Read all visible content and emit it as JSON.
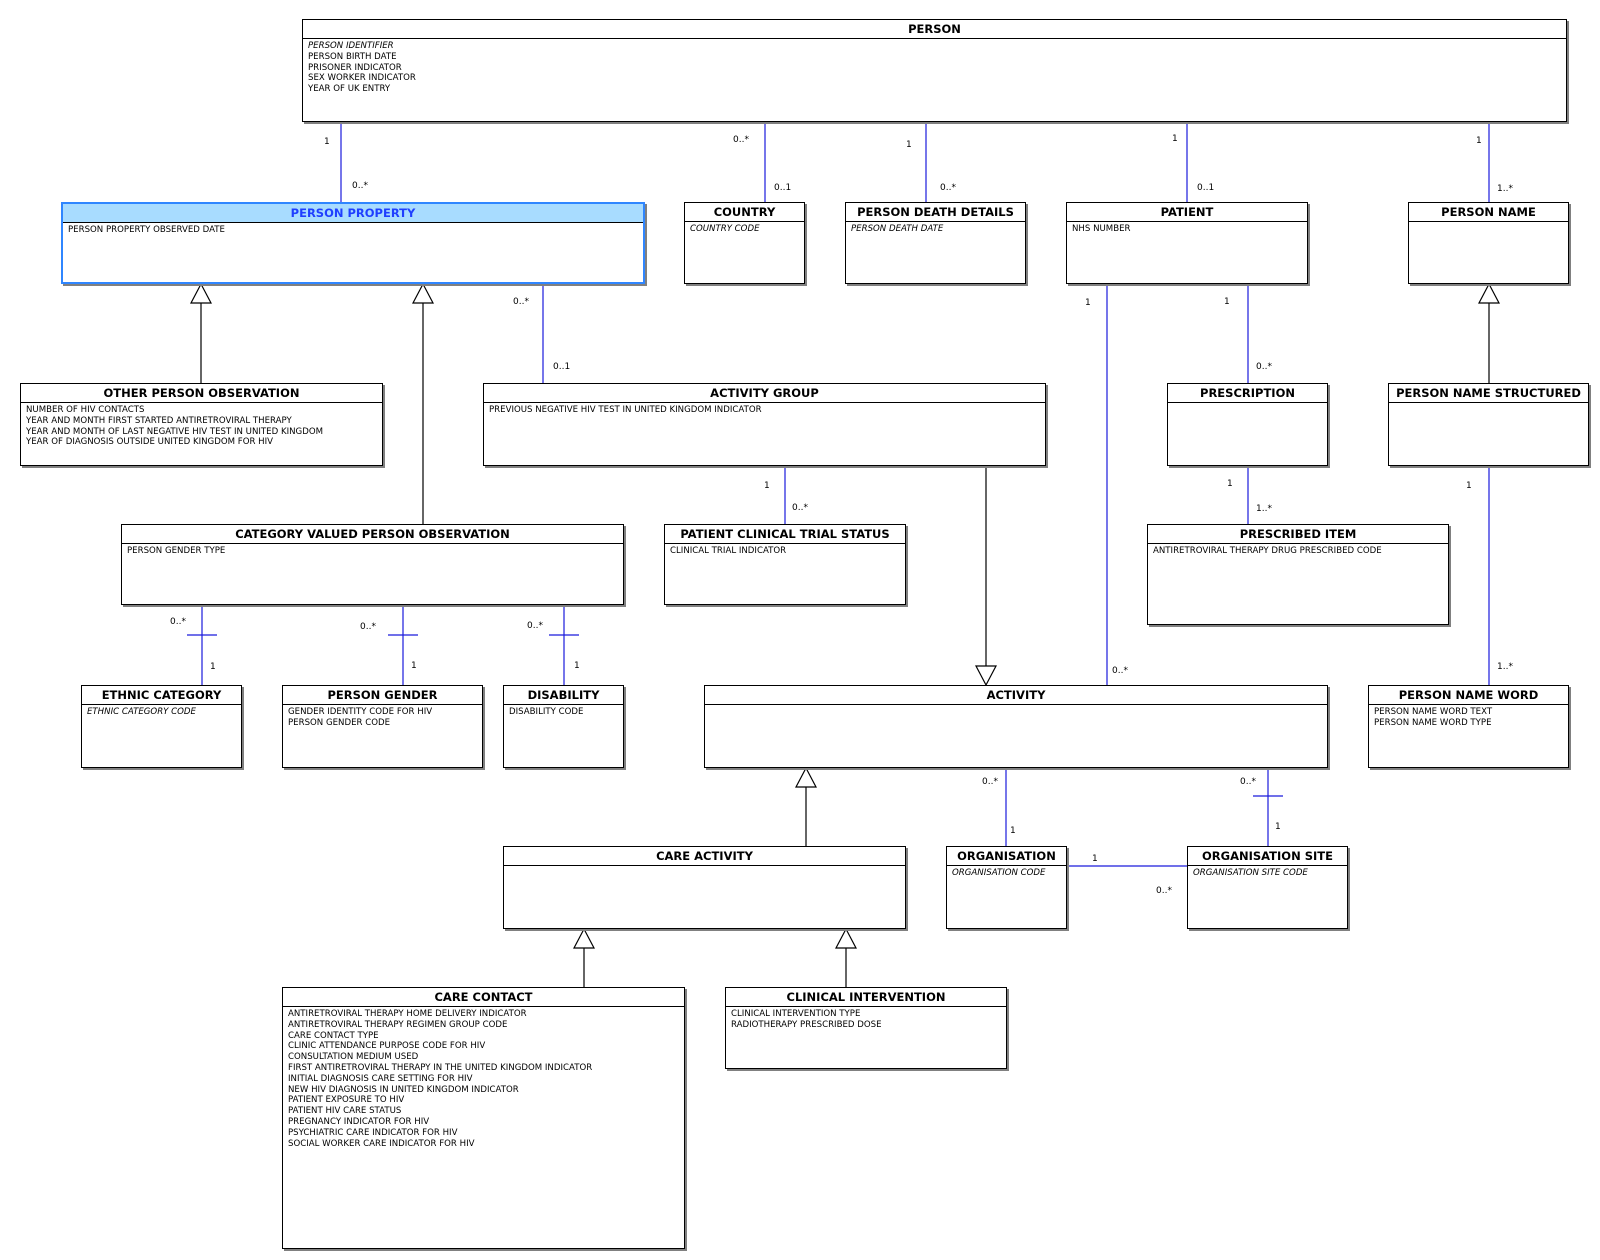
{
  "entities": {
    "person": {
      "title": "PERSON",
      "attributes": [
        {
          "text": "PERSON IDENTIFIER",
          "key": true
        },
        {
          "text": "PERSON BIRTH DATE"
        },
        {
          "text": "PRISONER INDICATOR"
        },
        {
          "text": "SEX WORKER INDICATOR"
        },
        {
          "text": "YEAR OF UK ENTRY"
        }
      ]
    },
    "person_property": {
      "title": "PERSON PROPERTY",
      "selected": true,
      "attributes": [
        {
          "text": "PERSON PROPERTY OBSERVED DATE"
        }
      ]
    },
    "country": {
      "title": "COUNTRY",
      "attributes": [
        {
          "text": "COUNTRY CODE",
          "key": true
        }
      ]
    },
    "person_death_details": {
      "title": "PERSON DEATH DETAILS",
      "attributes": [
        {
          "text": "PERSON DEATH DATE",
          "key": true
        }
      ]
    },
    "patient": {
      "title": "PATIENT",
      "attributes": [
        {
          "text": "NHS NUMBER"
        }
      ]
    },
    "person_name": {
      "title": "PERSON NAME",
      "attributes": []
    },
    "other_person_observation": {
      "title": "OTHER PERSON OBSERVATION",
      "attributes": [
        {
          "text": "NUMBER OF HIV CONTACTS"
        },
        {
          "text": "YEAR AND MONTH FIRST STARTED ANTIRETROVIRAL THERAPY"
        },
        {
          "text": "YEAR AND MONTH OF LAST NEGATIVE HIV TEST IN UNITED KINGDOM"
        },
        {
          "text": "YEAR OF DIAGNOSIS OUTSIDE UNITED KINGDOM FOR HIV"
        }
      ]
    },
    "activity_group": {
      "title": "ACTIVITY GROUP",
      "attributes": [
        {
          "text": "PREVIOUS NEGATIVE HIV TEST IN UNITED KINGDOM INDICATOR"
        }
      ]
    },
    "prescription": {
      "title": "PRESCRIPTION",
      "attributes": []
    },
    "person_name_structured": {
      "title": "PERSON NAME STRUCTURED",
      "attributes": []
    },
    "category_valued_person_observation": {
      "title": "CATEGORY VALUED PERSON OBSERVATION",
      "attributes": [
        {
          "text": "PERSON GENDER TYPE"
        }
      ]
    },
    "patient_clinical_trial_status": {
      "title": "PATIENT CLINICAL TRIAL STATUS",
      "attributes": [
        {
          "text": "CLINICAL TRIAL INDICATOR"
        }
      ]
    },
    "prescribed_item": {
      "title": "PRESCRIBED ITEM",
      "attributes": [
        {
          "text": "ANTIRETROVIRAL THERAPY DRUG PRESCRIBED CODE"
        }
      ]
    },
    "ethnic_category": {
      "title": "ETHNIC CATEGORY",
      "attributes": [
        {
          "text": "ETHNIC CATEGORY CODE",
          "key": true
        }
      ]
    },
    "person_gender": {
      "title": "PERSON GENDER",
      "attributes": [
        {
          "text": "GENDER IDENTITY CODE FOR HIV"
        },
        {
          "text": "PERSON GENDER CODE"
        }
      ]
    },
    "disability": {
      "title": "DISABILITY",
      "attributes": [
        {
          "text": "DISABILITY CODE"
        }
      ]
    },
    "activity": {
      "title": "ACTIVITY",
      "attributes": []
    },
    "person_name_word": {
      "title": "PERSON NAME WORD",
      "attributes": [
        {
          "text": "PERSON NAME WORD TEXT"
        },
        {
          "text": "PERSON NAME WORD TYPE"
        }
      ]
    },
    "care_activity": {
      "title": "CARE ACTIVITY",
      "attributes": []
    },
    "organisation": {
      "title": "ORGANISATION",
      "attributes": [
        {
          "text": "ORGANISATION CODE",
          "key": true
        }
      ]
    },
    "organisation_site": {
      "title": "ORGANISATION SITE",
      "attributes": [
        {
          "text": "ORGANISATION SITE CODE",
          "key": true
        }
      ]
    },
    "care_contact": {
      "title": "CARE CONTACT",
      "attributes": [
        {
          "text": "ANTIRETROVIRAL THERAPY HOME DELIVERY INDICATOR"
        },
        {
          "text": "ANTIRETROVIRAL THERAPY REGIMEN GROUP CODE"
        },
        {
          "text": "CARE CONTACT TYPE"
        },
        {
          "text": "CLINIC ATTENDANCE PURPOSE CODE FOR HIV"
        },
        {
          "text": "CONSULTATION MEDIUM USED"
        },
        {
          "text": "FIRST ANTIRETROVIRAL THERAPY IN THE UNITED KINGDOM INDICATOR"
        },
        {
          "text": "INITIAL DIAGNOSIS CARE SETTING FOR HIV"
        },
        {
          "text": "NEW HIV DIAGNOSIS IN UNITED KINGDOM INDICATOR"
        },
        {
          "text": "PATIENT EXPOSURE TO HIV"
        },
        {
          "text": "PATIENT HIV CARE STATUS"
        },
        {
          "text": "PREGNANCY INDICATOR FOR HIV"
        },
        {
          "text": "PSYCHIATRIC CARE INDICATOR FOR HIV"
        },
        {
          "text": "SOCIAL WORKER CARE INDICATOR FOR HIV"
        }
      ]
    },
    "clinical_intervention": {
      "title": "CLINICAL INTERVENTION",
      "attributes": [
        {
          "text": "CLINICAL INTERVENTION TYPE"
        },
        {
          "text": "RADIOTHERAPY PRESCRIBED DOSE"
        }
      ]
    }
  },
  "multiplicities": {
    "person_property_1": "1",
    "person_property_many": "0..*",
    "country_many": "0..*",
    "country_01": "0..1",
    "death_1": "1",
    "death_many": "0..*",
    "patient_1": "1",
    "patient_01": "0..1",
    "name_1": "1",
    "name_many": "1..*",
    "group_many": "0..*",
    "group_01": "0..1",
    "activity_patient_1": "1",
    "activity_patient_many": "0..*",
    "prescription_1": "1",
    "prescription_many": "0..*",
    "trial_1": "1",
    "trial_many": "0..*",
    "prescribed_item_1": "1",
    "prescribed_item_many": "1..*",
    "name_word_1": "1",
    "name_word_many": "1..*",
    "ethnic_many": "0..*",
    "ethnic_1": "1",
    "gender_many": "0..*",
    "gender_1": "1",
    "disability_many": "0..*",
    "disability_1": "1",
    "org_many": "0..*",
    "org_1": "1",
    "site_many": "0..*",
    "site_1": "1",
    "org_site_1": "1",
    "org_site_many": "0..*"
  },
  "colors": {
    "association": "#1a1adc",
    "generalization": "#000000",
    "selected_header": "#a8dcff",
    "selected_border": "#2f86ff"
  }
}
